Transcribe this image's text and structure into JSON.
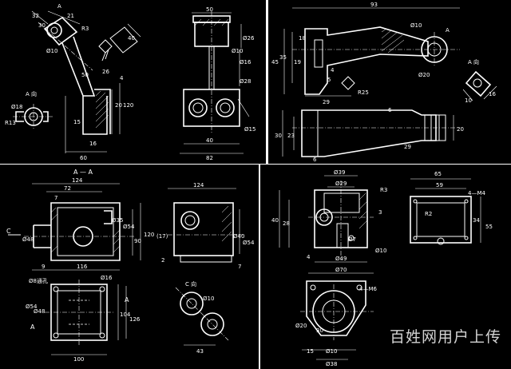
{
  "panels": {
    "top_left": {
      "labels": {
        "view_a": "A",
        "view_a_dir": "A 向",
        "r3": "R3",
        "r13": "R13",
        "d10": "Ø10",
        "d18": "Ø18",
        "d21": "21",
        "d30": "30",
        "d32": "32",
        "d40": "40",
        "d50": "50",
        "d16": "16",
        "d60": "60",
        "d20": "20",
        "d4": "4",
        "d15": "15",
        "d26": "26",
        "d120": "120",
        "d26b": "Ø26",
        "d10b": "Ø10",
        "top_50": "50",
        "d16b": "Ø16",
        "d28": "Ø28",
        "d15b": "Ø15",
        "d40b": "40",
        "d82": "82"
      }
    },
    "top_right": {
      "labels": {
        "d93": "93",
        "view_a": "A",
        "view_a_dir": "A 向",
        "d10": "Ø10",
        "d20": "Ø20",
        "d18": "18",
        "d45": "45",
        "d35": "35",
        "d19": "19",
        "d4": "4",
        "d5": "5",
        "r25": "R25",
        "d29": "29",
        "d6": "6",
        "d10b": "10",
        "d16": "16",
        "d30": "30",
        "d23": "23",
        "d6b": "6",
        "d29b": "29",
        "d20b": "20"
      }
    },
    "bottom_left": {
      "labels": {
        "section": "A — A",
        "d124": "124",
        "d72": "72",
        "d7": "7",
        "d35": "Ø35",
        "d54": "Ø54",
        "c_arrow": "C",
        "d48": "Ø48",
        "d120": "120",
        "d90": "90",
        "d116": "116",
        "d9": "9",
        "holes": "Ø8通孔",
        "d54b": "Ø54",
        "d16": "Ø16",
        "d48b": "Ø48",
        "a_left": "A",
        "a_right": "A",
        "d104": "104",
        "d126": "126",
        "d100": "100",
        "d124b": "124",
        "d17": "(17)",
        "d40": "Ø40",
        "d54c": "Ø54",
        "d2": "2",
        "d7b": "7",
        "c_view": "C 向",
        "d10": "Ø10",
        "d43": "43"
      }
    },
    "bottom_right": {
      "labels": {
        "d39": "Ø39",
        "d29": "Ø29",
        "r3": "R3",
        "d40": "40",
        "d28": "28",
        "d3": "3",
        "d7": "Ø7",
        "d10": "Ø10",
        "d4": "4",
        "d49": "Ø49",
        "d70": "Ø70",
        "d65": "65",
        "d59": "59",
        "m4": "4—M4",
        "r2": "R2",
        "d34": "34",
        "d55": "55",
        "m6": "4—M6",
        "d20": "Ø20",
        "d30": "30",
        "d15": "15",
        "d10b": "Ø10",
        "d38": "Ø38"
      }
    }
  },
  "watermark": "百姓网用户上传"
}
